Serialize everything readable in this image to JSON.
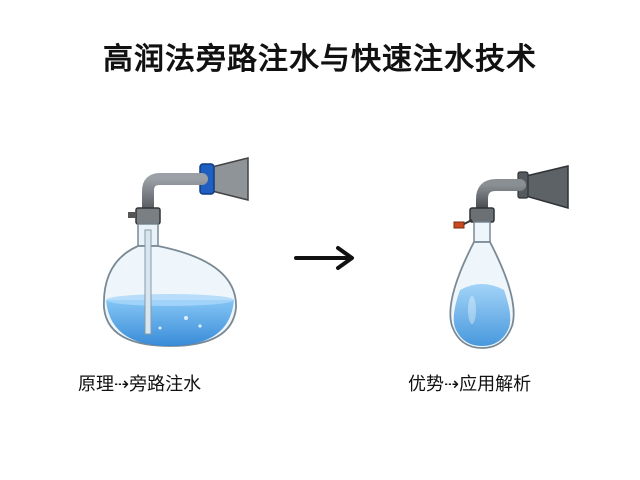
{
  "title": "高润法旁路注水与快速注水技术",
  "left": {
    "caption": "原理⇢旁路注水"
  },
  "right": {
    "caption": "优势⇢应用解析"
  },
  "colors": {
    "water": "#4a9fe0",
    "cap_blue": "#1f5fc2",
    "pipe": "#6b6f73",
    "valve": "#c94a1f"
  },
  "icons": [
    "flask-with-bypass-pipe-icon",
    "arrow-right-icon",
    "teardrop-flask-icon"
  ]
}
